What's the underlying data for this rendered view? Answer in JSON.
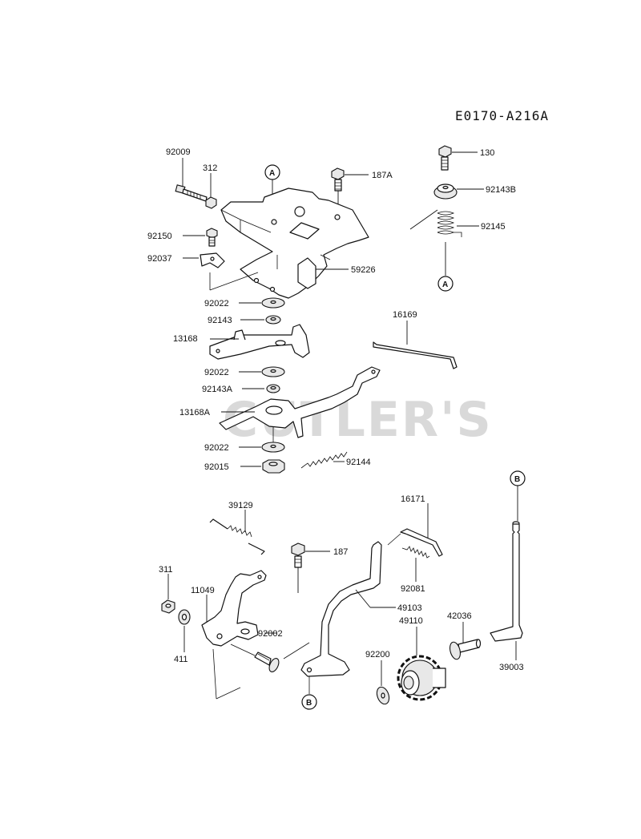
{
  "diagram_code": "E0170-A216A",
  "watermark": "CUTLER'S",
  "refs": {
    "a": "A",
    "b": "B"
  },
  "parts": {
    "p92009": "92009",
    "p312": "312",
    "p187A": "187A",
    "p130": "130",
    "p92143B": "92143B",
    "p92145": "92145",
    "p92150": "92150",
    "p92037": "92037",
    "p59226": "59226",
    "p92022a": "92022",
    "p92143": "92143",
    "p13168": "13168",
    "p16169": "16169",
    "p92022b": "92022",
    "p92143A": "92143A",
    "p13168A": "13168A",
    "p92022c": "92022",
    "p92015": "92015",
    "p92144": "92144",
    "p39129": "39129",
    "p187": "187",
    "p16171": "16171",
    "p311": "311",
    "p11049": "11049",
    "p92081": "92081",
    "p49103": "49103",
    "p92002": "92002",
    "p49110": "49110",
    "p42036": "42036",
    "p411": "411",
    "p92200": "92200",
    "p39003": "39003"
  }
}
